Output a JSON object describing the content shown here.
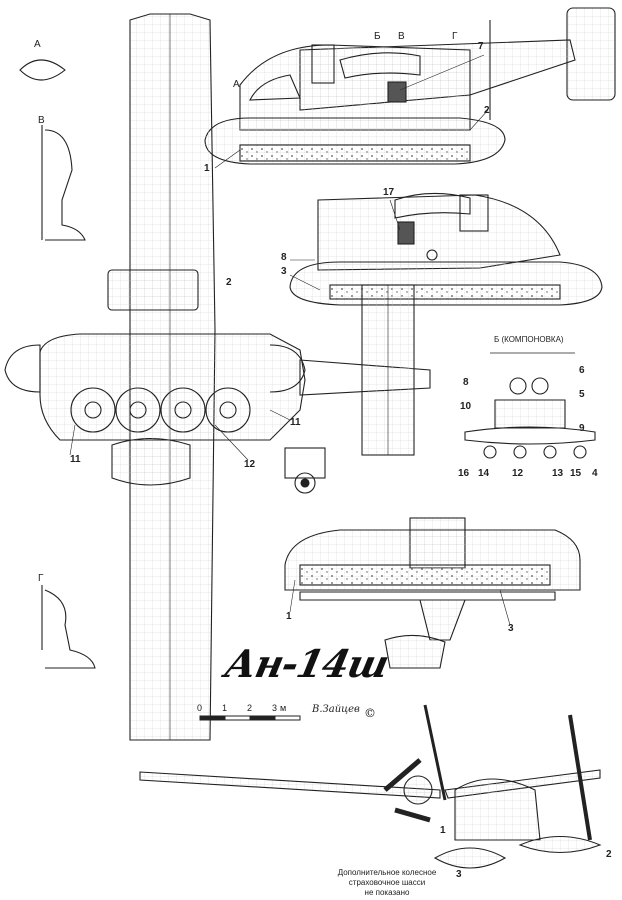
{
  "drawing": {
    "title": "Ан-14ш",
    "signature": "В.Зайцев",
    "copyright": "©",
    "note_line1": "Дополнительное колесное",
    "note_line2": "страховочное шасси",
    "note_line3": "не показано",
    "layout_label": "Б (КОМПОНОВКА)",
    "sections": {
      "a_top": "А",
      "v_top": "В",
      "g_top": "Г",
      "a_side": "А",
      "b_side": "Б",
      "v_side": "В",
      "g_side": "Г"
    },
    "scale": {
      "s0": "0",
      "s1": "1",
      "s2": "2",
      "s3": "3",
      "unit": "м"
    },
    "callouts": {
      "c1a": "1",
      "c2a": "2",
      "c7": "7",
      "c17": "17",
      "c8a": "8",
      "c3a": "3",
      "c2b": "2",
      "c11a": "11",
      "c11b": "11",
      "c12a": "12",
      "c6": "6",
      "c5": "5",
      "c9": "9",
      "c8b": "8",
      "c10": "10",
      "c16": "16",
      "c14": "14",
      "c12b": "12",
      "c13": "13",
      "c15": "15",
      "c4": "4",
      "c1b": "1",
      "c3b": "3",
      "c1c": "1",
      "c2c": "2",
      "c3c": "3"
    },
    "colors": {
      "ink": "#222222",
      "paper": "#ffffff",
      "hatch": "#555555"
    }
  }
}
